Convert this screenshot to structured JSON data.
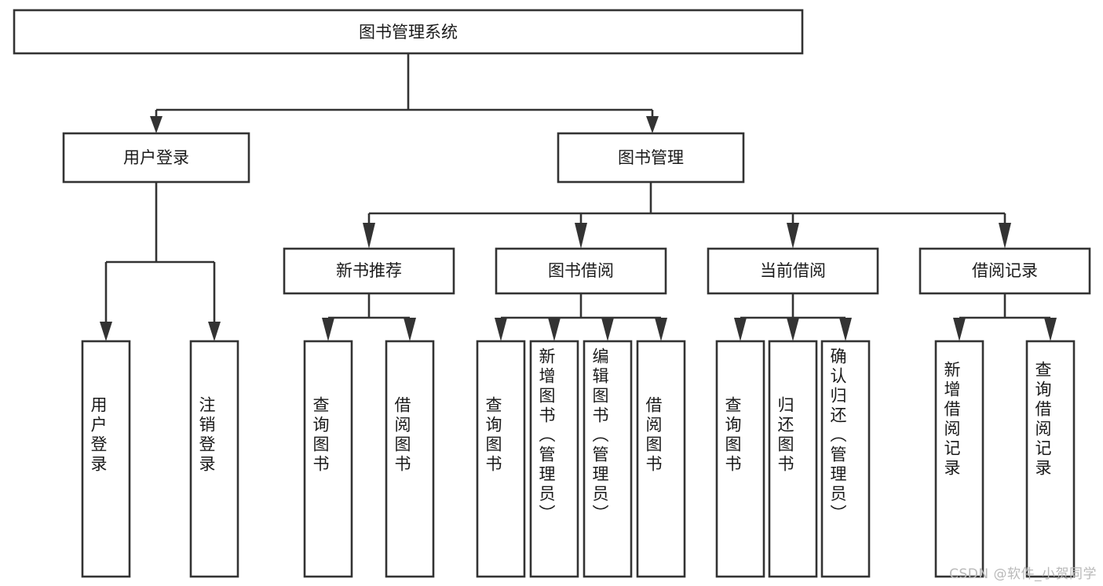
{
  "diagram": {
    "type": "tree-hierarchy",
    "title": "图书管理系统",
    "orientation": "top-down",
    "colors": {
      "box_stroke": "#333333",
      "box_fill": "#ffffff",
      "text": "#1a1a1a",
      "background": "#ffffff",
      "watermark": "#b9b9b9"
    },
    "root": {
      "label": "图书管理系统"
    },
    "level2": [
      {
        "label": "用户登录"
      },
      {
        "label": "图书管理"
      }
    ],
    "level3": [
      {
        "label": "新书推荐"
      },
      {
        "label": "图书借阅"
      },
      {
        "label": "当前借阅"
      },
      {
        "label": "借阅记录"
      }
    ],
    "leaves": {
      "user_login": [
        {
          "label": "用户登录"
        },
        {
          "label": "注销登录"
        }
      ],
      "new_book_recommend": [
        {
          "label": "查询图书"
        },
        {
          "label": "借阅图书"
        }
      ],
      "book_borrow": [
        {
          "label": "查询图书"
        },
        {
          "label": "新增图书（管理员）"
        },
        {
          "label": "编辑图书（管理员）"
        },
        {
          "label": "借阅图书"
        }
      ],
      "current_borrow": [
        {
          "label": "查询图书"
        },
        {
          "label": "归还图书"
        },
        {
          "label": "确认归还（管理员）"
        }
      ],
      "borrow_record": [
        {
          "label": "新增借阅记录"
        },
        {
          "label": "查询借阅记录"
        }
      ]
    }
  },
  "watermark": {
    "text": "CSDN @软件_小贺同学"
  }
}
